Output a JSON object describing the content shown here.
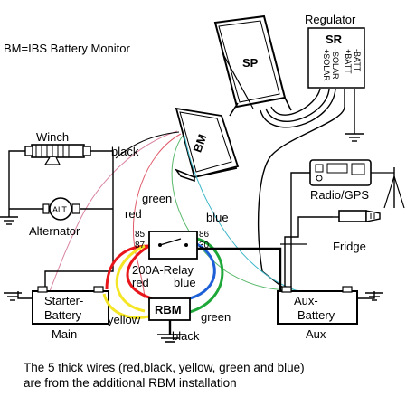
{
  "header": {
    "legend": "BM=IBS Battery Monitor"
  },
  "components": {
    "regulator": {
      "title": "Regulator",
      "abbr": "SR",
      "pins": [
        "-BATT",
        "+BATT",
        "-SOLAR",
        "+SOLAR"
      ]
    },
    "solar_panel": {
      "abbr": "SP"
    },
    "battery_monitor": {
      "abbr": "BM"
    },
    "winch": {
      "label": "Winch"
    },
    "alternator": {
      "label": "Alternator",
      "badge": "ALT"
    },
    "radio": {
      "label": "Radio/GPS"
    },
    "fridge": {
      "label": "Fridge"
    },
    "relay": {
      "label": "200A-Relay",
      "pins": [
        "85",
        "86",
        "87",
        "30"
      ]
    },
    "rbm": {
      "label": "RBM"
    },
    "starter_battery": {
      "label_line1": "Starter-",
      "label_line2": "Battery",
      "sub": "Main"
    },
    "aux_battery": {
      "label_line1": "Aux-",
      "label_line2": "Battery",
      "sub": "Aux"
    }
  },
  "wire_labels": {
    "black_top": "black",
    "green_top": "green",
    "red_left": "red",
    "blue_right": "blue",
    "red_relay": "red",
    "blue_relay": "blue",
    "yellow": "yellow",
    "green_bottom": "green",
    "black_bottom": "black"
  },
  "wire_colors": {
    "red": "#e8161b",
    "yellow": "#f5e625",
    "green": "#1fa83a",
    "blue": "#1c5fd6",
    "black": "#000000",
    "thin_red": "#e05a6a",
    "thin_green": "#59b86b",
    "thin_blue": "#3db7c9",
    "thin_pink": "#d9849e"
  },
  "caption": {
    "line1": "The 5 thick wires (red,black, yellow, green and blue)",
    "line2": "are from the additional RBM installation"
  }
}
